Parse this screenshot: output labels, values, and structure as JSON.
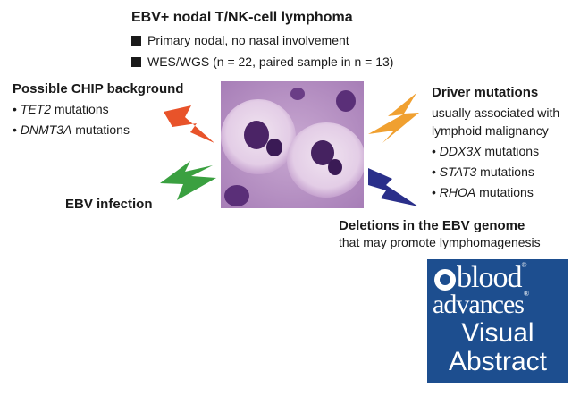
{
  "header": {
    "title": "EBV+ nodal T/NK-cell lymphoma",
    "bullets": [
      "Primary nodal, no nasal involvement",
      "WES/WGS (n = 22, paired sample in n = 13)"
    ]
  },
  "chip": {
    "title": "Possible CHIP background",
    "items": [
      {
        "gene": "TET2",
        "suffix": " mutations"
      },
      {
        "gene": "DNMT3A",
        "suffix": " mutations"
      }
    ]
  },
  "ebv": {
    "title": "EBV infection"
  },
  "driver": {
    "title": "Driver mutations",
    "subtitle_line1": "usually associated with",
    "subtitle_line2": "lymphoid malignancy",
    "items": [
      {
        "gene": "DDX3X",
        "suffix": " mutations"
      },
      {
        "gene": "STAT3",
        "suffix": " mutations"
      },
      {
        "gene": "RHOA",
        "suffix": " mutations"
      }
    ]
  },
  "deletions": {
    "title": "Deletions in the EBV genome",
    "subtitle": "that may promote lymphomagenesis"
  },
  "logo": {
    "line1": "blood",
    "line2": "advances",
    "line3": "Visual",
    "line4": "Abstract",
    "reg_mark": "®"
  },
  "bullet_glyph": "•",
  "colors": {
    "bolt_chip": "#e8532a",
    "bolt_ebv": "#3aa040",
    "bolt_driver": "#f0a030",
    "bolt_deletion": "#2a2f8a",
    "logo_bg": "#1d4e8f"
  }
}
